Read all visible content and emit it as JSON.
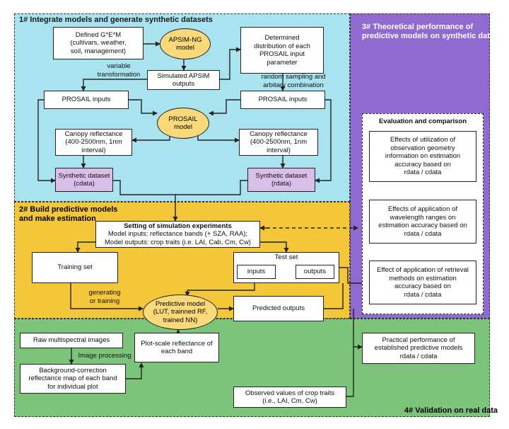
{
  "regions": {
    "r1_title": "1# Integrate models and generate synthetic datasets",
    "r2_title_a": "2# Build predictive models",
    "r2_title_b": "and make estimation",
    "r3_title_a": "3# Theoretical performance of",
    "r3_title_b": "predictive models on synthetic data",
    "r4_title": "4# Validation on real data"
  },
  "r1": {
    "gem_a": "Defined G*E*M",
    "gem_b": "(cultivars, weather,",
    "gem_c": "soil, management)",
    "apsim_a": "APSIM-NG",
    "apsim_b": "model",
    "sim_a": "Simulated APSIM",
    "sim_b": "outputs",
    "dist_a": "Determined",
    "dist_b": "distribution of each",
    "dist_c": "PROSAIL input",
    "dist_d": "parameter",
    "var_a": "variable",
    "var_b": "transformation",
    "rand_a": "random sampling and",
    "rand_b": "arbitary combination",
    "prosail_in_l": "PROSAIL inputs",
    "prosail_in_r": "PROSAIL inputs",
    "prosail_a": "PROSAIL",
    "prosail_b": "model",
    "canopy_l_a": "Canopy reflectance",
    "canopy_l_b": "(400-2500nm, 1nm",
    "canopy_l_c": "interval)",
    "canopy_r_a": "Canopy reflectance",
    "canopy_r_b": "(400-2500nm, 1nm",
    "canopy_r_c": "interval)",
    "synth_c_a": "Synthetic dataset",
    "synth_c_b": "(cdata)",
    "synth_r_a": "Synthetic dataset",
    "synth_r_b": "(rdata)"
  },
  "r2": {
    "setting_a": "Setting of simulation experiments",
    "setting_b": "Model inputs: reflectance bands (+ SZA, RAA);",
    "setting_c": "Model outputs: crop traits (i.e. LAI, Cab, Cm, Cw)",
    "training": "Training set",
    "test": "Test set",
    "inputs": "inputs",
    "outputs": "outputs",
    "gen_a": "generating",
    "gen_b": "or training",
    "pred_a": "Predictive model",
    "pred_b": "(LUT, trainned RF,",
    "pred_c": "trained NN)",
    "predicted": "Predicted outputs"
  },
  "r3": {
    "eval_title": "Evaluation and comparison",
    "e1_a": "Effects of utilization of",
    "e1_b": "observation geometry",
    "e1_c": "information on estimation",
    "e1_d": "accuracy based on",
    "e1_e": "rdata / cdata",
    "e2_a": "Effects of application of",
    "e2_b": "wavelength ranges on",
    "e2_c": "estimation accuracy based on",
    "e2_d": "rdata / cdata",
    "e3_a": "Effect of application of retrieval",
    "e3_b": "methods on estimation",
    "e3_c": "accuracy based on",
    "e3_d": "rdata / cdata"
  },
  "r4": {
    "raw": "Raw multispectral images",
    "imgproc": "Image processing",
    "bg_a": "Background-correction",
    "bg_b": "reflectance map of each band",
    "bg_c": "for individual plot",
    "plot_a": "Plot-scale reflectance of",
    "plot_b": "each band",
    "obs_a": "Observed values of crop traits",
    "obs_b": "(i.e., LAI, Cm, Cw)",
    "prac_a": "Practical performance of",
    "prac_b": "established predictive models",
    "prac_c": "rdata / cdata"
  },
  "colors": {
    "region1": "#a9e3f0",
    "region2": "#f4c63a",
    "region3": "#8f6bd0",
    "region4": "#7cc47a",
    "synthetic": "#d9bfe8",
    "ellipse": "#f9d97a"
  }
}
